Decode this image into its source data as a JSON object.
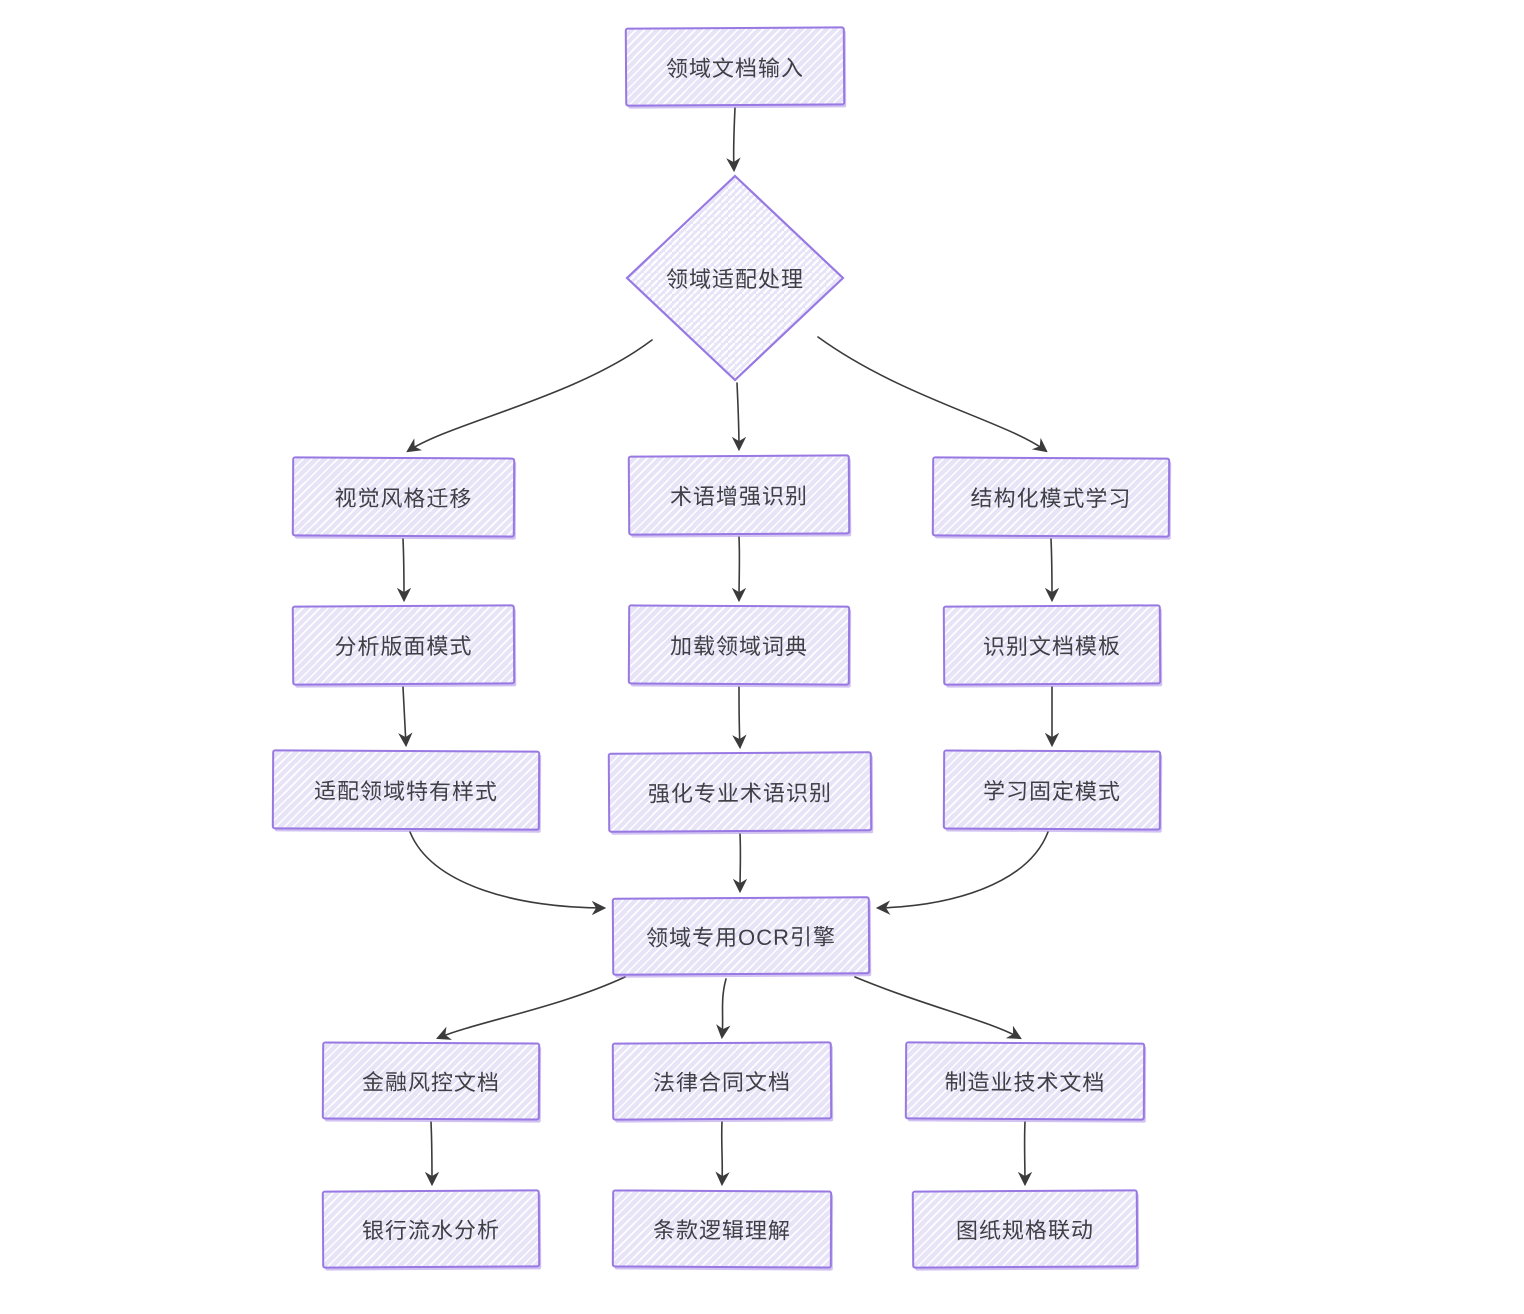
{
  "diagram": {
    "type": "flowchart",
    "style": "hand-drawn",
    "colors": {
      "node_border": "#9878e2",
      "node_fill": "#e8e4f8",
      "hatch": "#ffffff",
      "arrow": "#3b3b3b",
      "text": "#3f3f46",
      "background": "#ffffff"
    },
    "nodes": {
      "input": {
        "label": "领域文档输入",
        "shape": "rectangle"
      },
      "adapt": {
        "label": "领域适配处理",
        "shape": "diamond"
      },
      "visual": {
        "label": "视觉风格迁移",
        "shape": "rectangle"
      },
      "layout": {
        "label": "分析版面模式",
        "shape": "rectangle"
      },
      "style": {
        "label": "适配领域特有样式",
        "shape": "rectangle"
      },
      "term": {
        "label": "术语增强识别",
        "shape": "rectangle"
      },
      "dict": {
        "label": "加载领域词典",
        "shape": "rectangle"
      },
      "term2": {
        "label": "强化专业术语识别",
        "shape": "rectangle"
      },
      "struct": {
        "label": "结构化模式学习",
        "shape": "rectangle"
      },
      "template": {
        "label": "识别文档模板",
        "shape": "rectangle"
      },
      "fixed": {
        "label": "学习固定模式",
        "shape": "rectangle"
      },
      "ocr": {
        "label": "领域专用OCR引擎",
        "shape": "rectangle"
      },
      "finance": {
        "label": "金融风控文档",
        "shape": "rectangle"
      },
      "bank": {
        "label": "银行流水分析",
        "shape": "rectangle"
      },
      "legal": {
        "label": "法律合同文档",
        "shape": "rectangle"
      },
      "clause": {
        "label": "条款逻辑理解",
        "shape": "rectangle"
      },
      "mfg": {
        "label": "制造业技术文档",
        "shape": "rectangle"
      },
      "drawing": {
        "label": "图纸规格联动",
        "shape": "rectangle"
      }
    },
    "edges": [
      [
        "input",
        "adapt"
      ],
      [
        "adapt",
        "visual"
      ],
      [
        "adapt",
        "term"
      ],
      [
        "adapt",
        "struct"
      ],
      [
        "visual",
        "layout"
      ],
      [
        "layout",
        "style"
      ],
      [
        "term",
        "dict"
      ],
      [
        "dict",
        "term2"
      ],
      [
        "struct",
        "template"
      ],
      [
        "template",
        "fixed"
      ],
      [
        "style",
        "ocr"
      ],
      [
        "term2",
        "ocr"
      ],
      [
        "fixed",
        "ocr"
      ],
      [
        "ocr",
        "finance"
      ],
      [
        "ocr",
        "legal"
      ],
      [
        "ocr",
        "mfg"
      ],
      [
        "finance",
        "bank"
      ],
      [
        "legal",
        "clause"
      ],
      [
        "mfg",
        "drawing"
      ]
    ]
  }
}
